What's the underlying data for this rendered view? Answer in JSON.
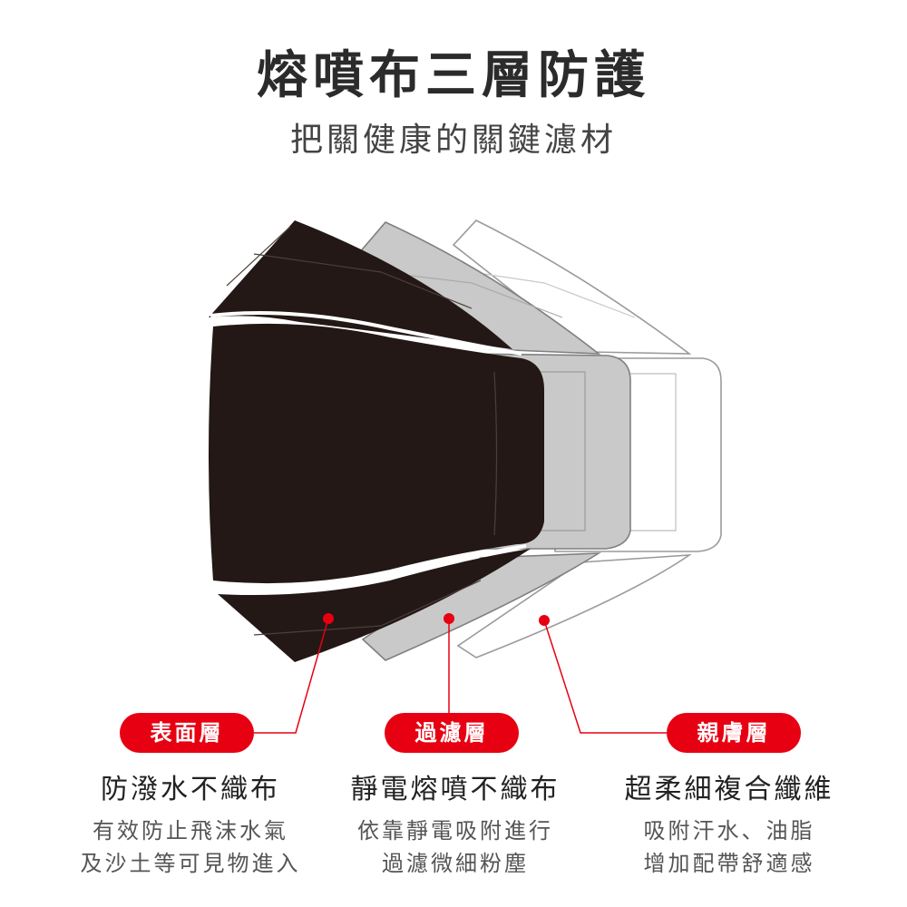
{
  "title": "熔噴布三層防護",
  "subtitle": "把關健康的關鍵濾材",
  "colors": {
    "accent": "#e60012",
    "outer_layer": "#231815",
    "middle_layer": "#c9c9c9",
    "inner_layer": "#ffffff"
  },
  "layers": [
    {
      "label": "表面層",
      "heading": "防潑水不織布",
      "desc_line1": "有效防止飛沫水氣",
      "desc_line2": "及沙土等可見物進入"
    },
    {
      "label": "過濾層",
      "heading": "靜電熔噴不織布",
      "desc_line1": "依靠靜電吸附進行",
      "desc_line2": "過濾微細粉塵"
    },
    {
      "label": "親膚層",
      "heading": "超柔細複合纖維",
      "desc_line1": "吸附汗水、油脂",
      "desc_line2": "增加配帶舒適感"
    }
  ]
}
